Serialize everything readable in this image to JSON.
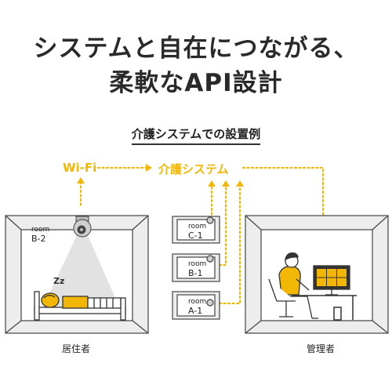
{
  "headline": {
    "line1": "システムと自在につながる、",
    "line2": "柔軟なAPI設計"
  },
  "subtitle": "介護システムでの設置例",
  "flow": {
    "wifi_label": "Wi-Fi",
    "system_label": "介護システム"
  },
  "resident_room": {
    "room_word": "room",
    "room_id": "B-2"
  },
  "panels": [
    {
      "room_word": "room",
      "room_id": "C-1"
    },
    {
      "room_word": "room",
      "room_id": "B-1"
    },
    {
      "room_word": "room",
      "room_id": "A-1"
    }
  ],
  "sleep_text": "Zz",
  "captions": {
    "resident": "居住者",
    "manager": "管理者"
  },
  "colors": {
    "accent": "#f2b705",
    "room_fill": "#ececec",
    "line": "#444444"
  }
}
